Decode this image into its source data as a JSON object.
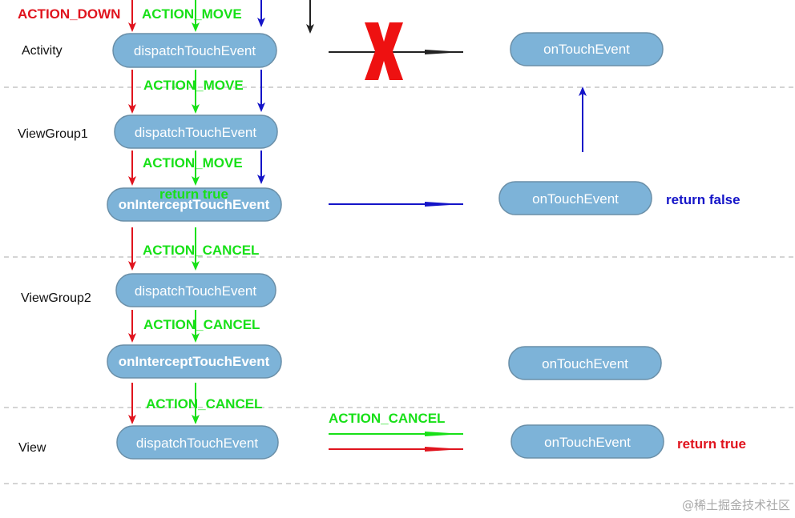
{
  "colors": {
    "down": "#e0141e",
    "move": "#18e018",
    "blue": "#1414c8",
    "black": "#222222",
    "pill_fill": "#7db3d8",
    "pill_stroke": "#6a8fa8",
    "x_mark": "#ee1111",
    "divider": "#aaaaaa"
  },
  "events": {
    "action_down": "ACTION_DOWN",
    "action_move": "ACTION_MOVE",
    "action_cancel": "ACTION_CANCEL"
  },
  "layers": {
    "activity": "Activity",
    "viewgroup1": "ViewGroup1",
    "viewgroup2": "ViewGroup2",
    "view": "View"
  },
  "methods": {
    "dispatch": "dispatchTouchEvent",
    "intercept": "onInterceptTouchEvent",
    "on_touch": "onTouchEvent"
  },
  "returns": {
    "false": "return false",
    "true": "return true"
  },
  "watermark": "@稀土掘金技术社区"
}
